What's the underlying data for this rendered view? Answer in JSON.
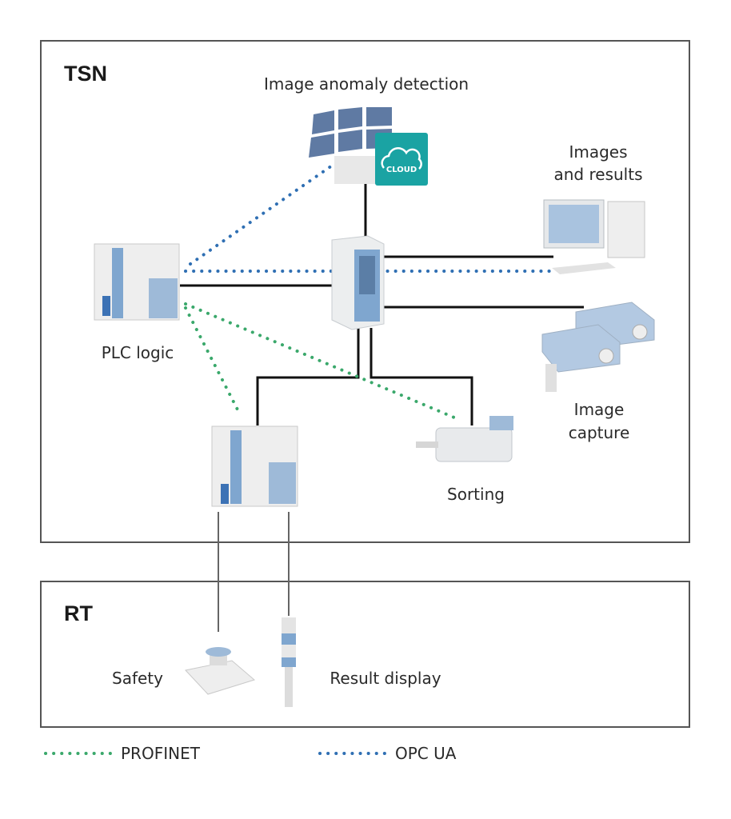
{
  "zones": {
    "tsn": "TSN",
    "rt": "RT"
  },
  "nodes": {
    "anomaly": "Image anomaly detection",
    "cloud": "CLOUD",
    "images_1": "Images",
    "images_2": "and results",
    "plc": "PLC logic",
    "capture_1": "Image",
    "capture_2": "capture",
    "sorting": "Sorting",
    "safety": "Safety",
    "result": "Result display"
  },
  "legend": [
    {
      "label": "PROFINET",
      "color": "#3aa86b",
      "style": "dotted"
    },
    {
      "label": "OPC UA",
      "color": "#2f6fb3",
      "style": "dotted"
    }
  ],
  "colors": {
    "cloud": "#1aa3a3",
    "device_blue": "#7fa6cf",
    "cable": "#111111"
  }
}
